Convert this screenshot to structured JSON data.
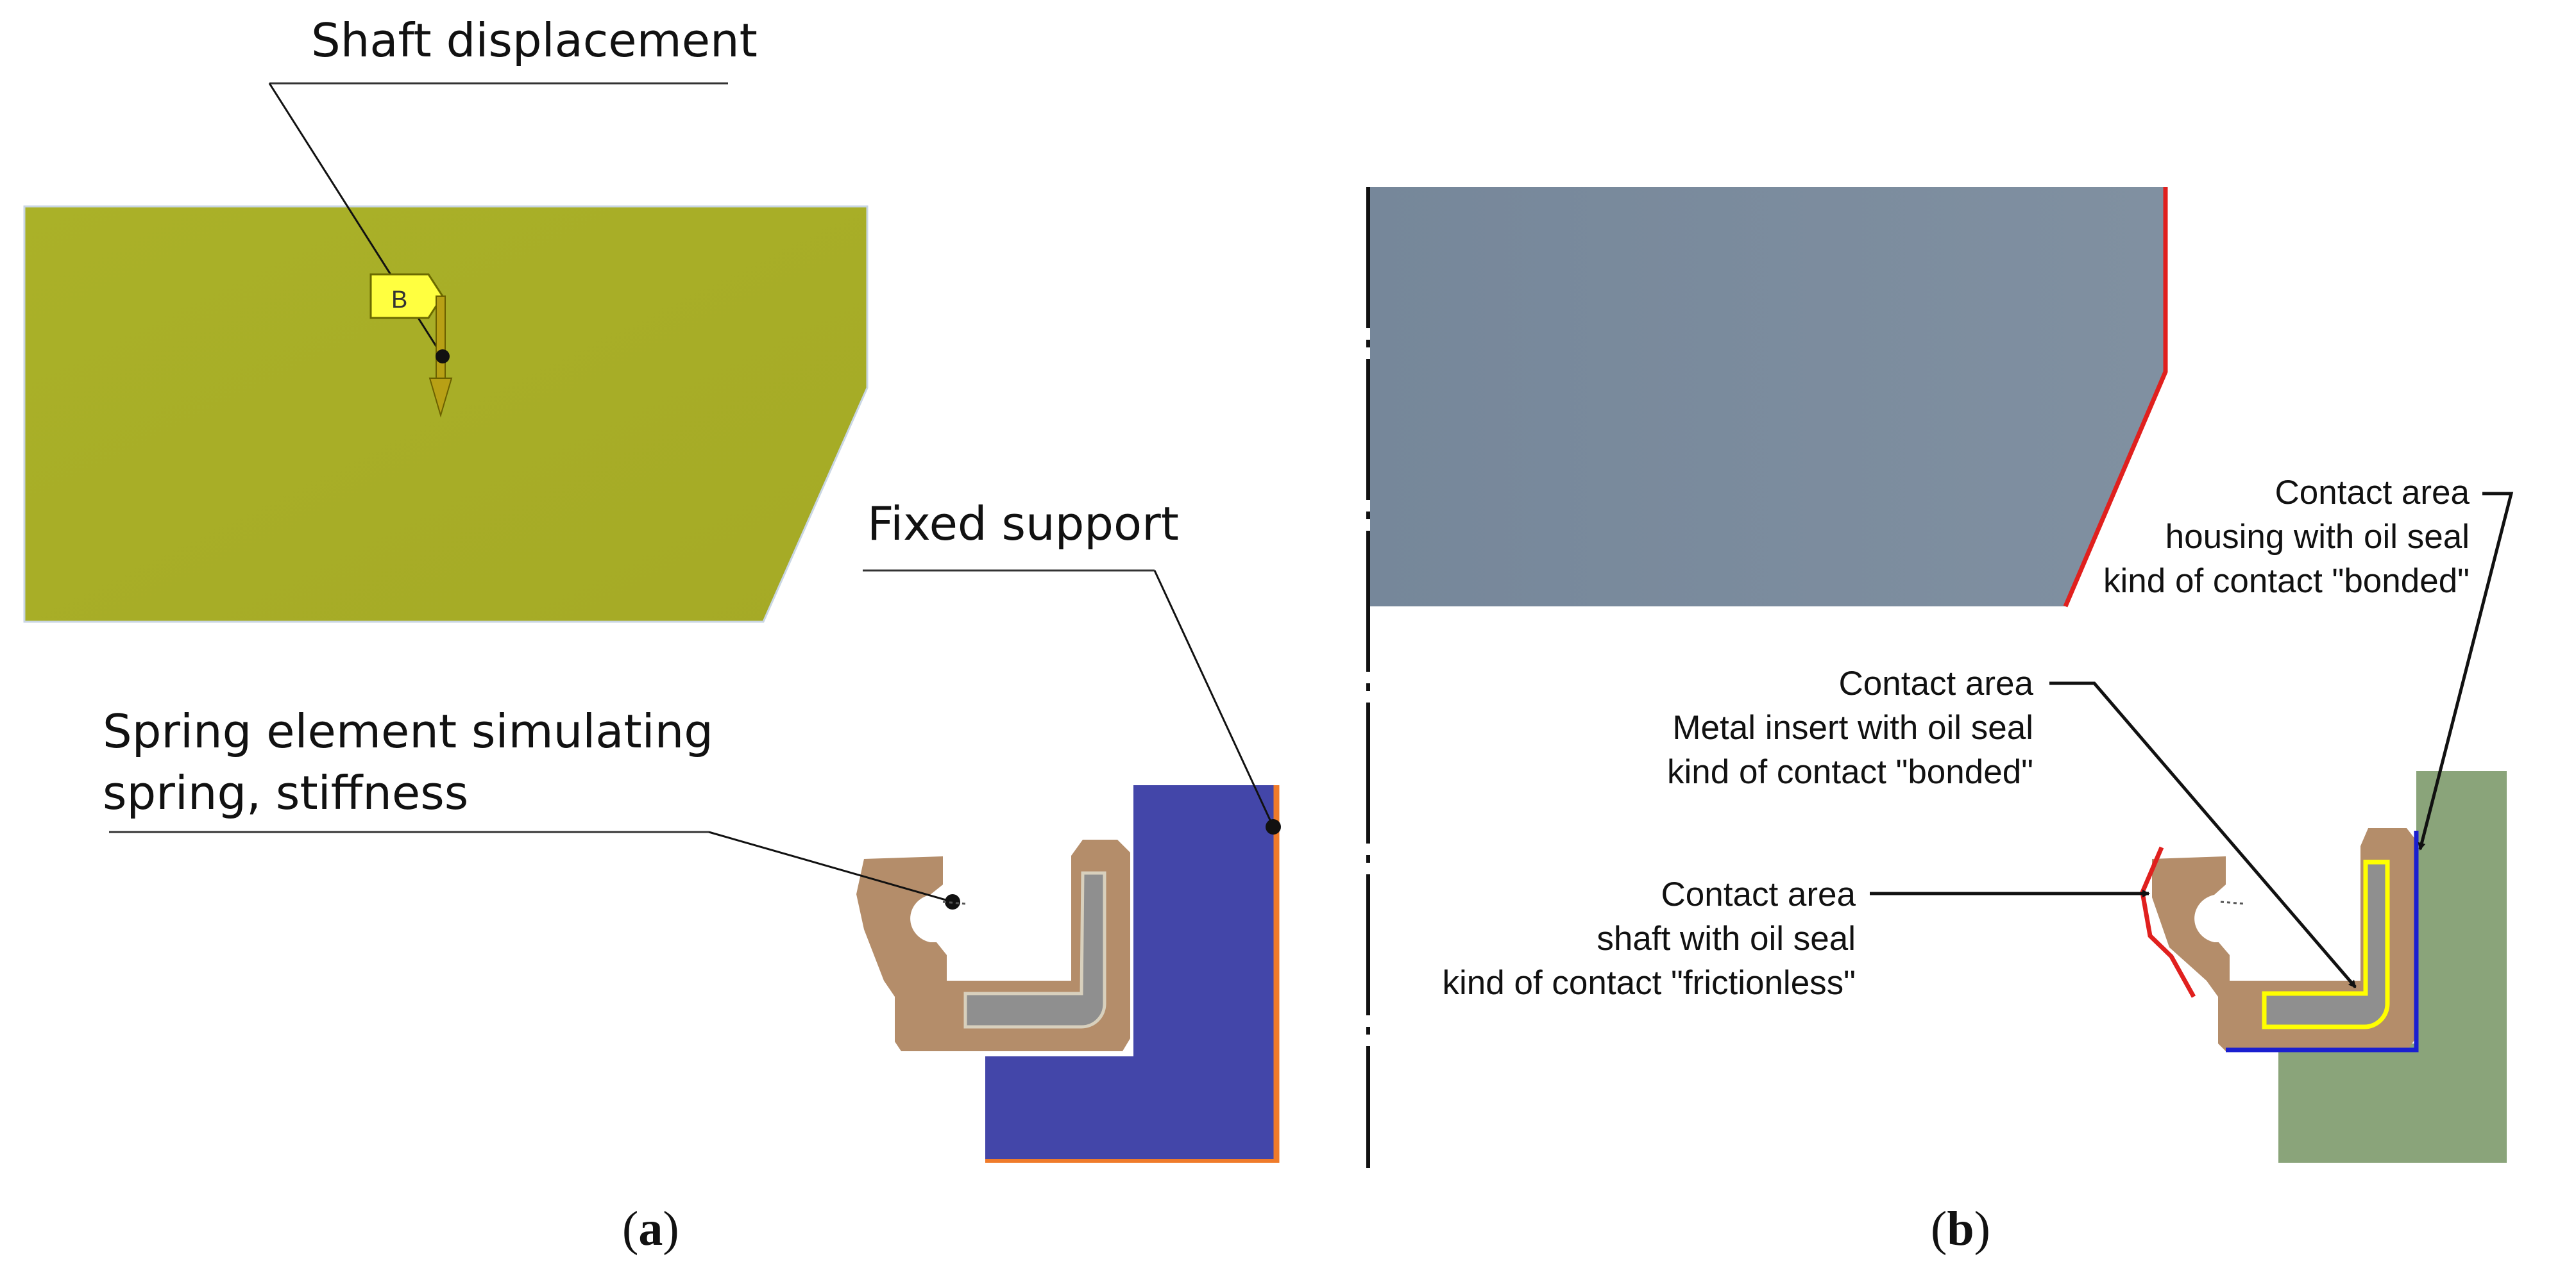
{
  "panel_a": {
    "shaft_displacement_label": "Shaft displacement",
    "fixed_support_label": "Fixed support",
    "spring_label_line1": "Spring element simulating",
    "spring_label_line2": "spring, stiffness",
    "marker_letter": "B",
    "caption_letter": "a",
    "colors": {
      "shaft": "#a9ae28",
      "housing": "#4346a9",
      "seal": "#b48d6a",
      "insert": "#8f8f8f"
    }
  },
  "panel_b": {
    "housing_contact": {
      "line1": "Contact area",
      "line2": "housing with oil seal",
      "line3": "kind of contact \"bonded\""
    },
    "insert_contact": {
      "line1": "Contact area",
      "line2": "Metal insert with oil seal",
      "line3": "kind of contact \"bonded\""
    },
    "shaft_contact": {
      "line1": "Contact area",
      "line2": "shaft with oil seal",
      "line3": "kind of contact \"frictionless\""
    },
    "caption_letter": "b",
    "colors": {
      "shaft": "#7c8a99",
      "housing": "#8aa47a",
      "seal": "#b48d6a",
      "contact_red": "#e0201e",
      "contact_blue": "#1a1fd0",
      "contact_yellow": "#ffff00"
    }
  },
  "caption_parens": {
    "open": "(",
    "close": ")"
  }
}
